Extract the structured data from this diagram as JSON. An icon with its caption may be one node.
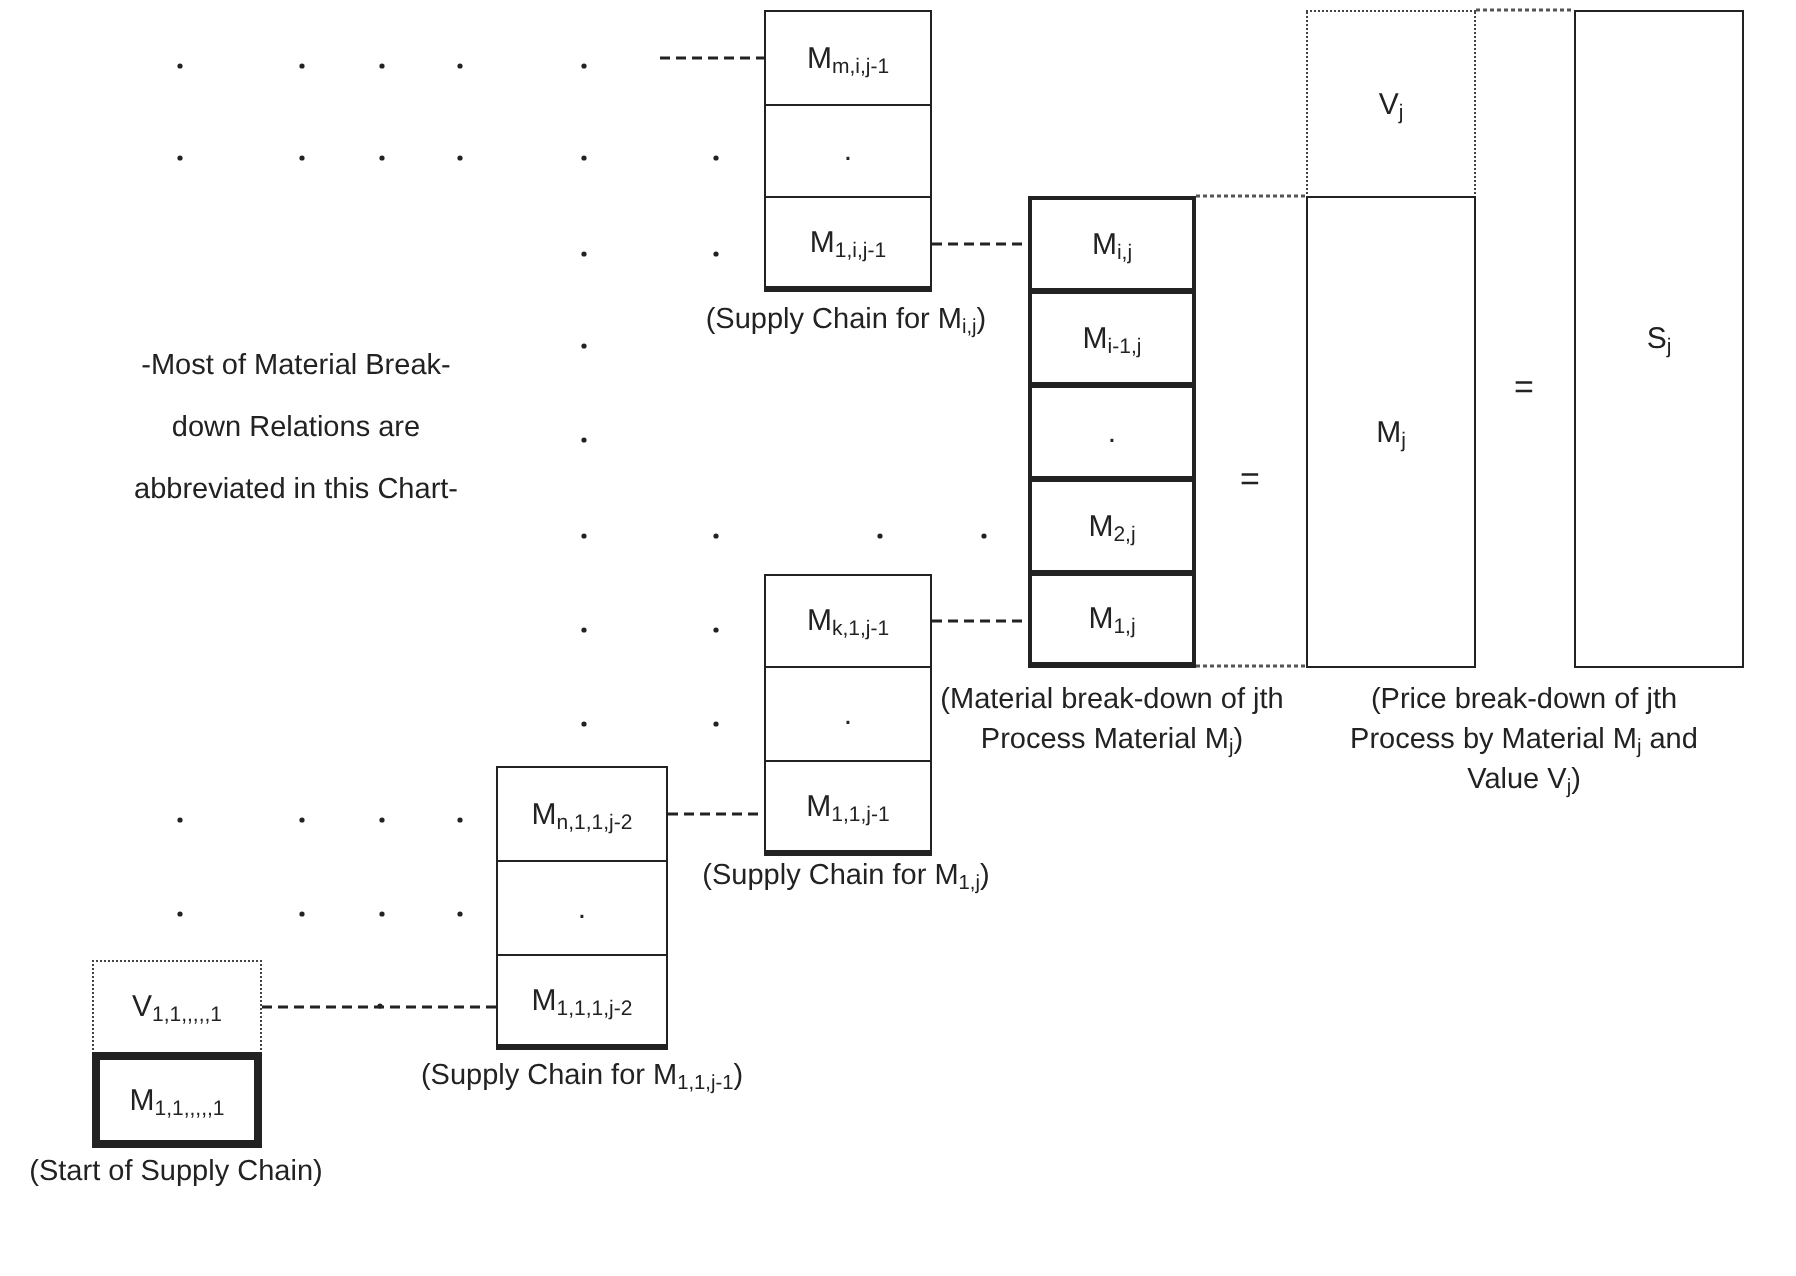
{
  "diagram": {
    "nodes": [
      {
        "text": [
          "M$_{m,i,j-1}$"
        ]
      },
      {
        "text": [
          "."
        ]
      },
      {
        "text": [
          "M$_{1,i,j-1}$"
        ]
      },
      {
        "text": [
          "V$_{j}$"
        ]
      },
      {
        "text": [
          "M$_{i,j}$"
        ]
      },
      {
        "text": [
          "M$_{i-1,j}$"
        ]
      },
      {
        "text": [
          "."
        ]
      },
      {
        "text": [
          "M$_{2,j}$"
        ]
      },
      {
        "text": [
          "M$_{1,j}$"
        ]
      },
      {
        "text": [
          "M$_{j}$"
        ]
      },
      {
        "text": [
          "S$_{j}$"
        ]
      },
      {
        "text": [
          "M$_{k,1,j-1}$"
        ]
      },
      {
        "text": [
          "."
        ]
      },
      {
        "text": [
          "M$_{1,1,j-1}$"
        ]
      },
      {
        "text": [
          "M$_{n,1,1,j-2}$"
        ]
      },
      {
        "text": [
          "."
        ]
      },
      {
        "text": [
          "M$_{1,1,1,j-2}$"
        ]
      },
      {
        "text": [
          "V$_{1,1,,,,,1}$"
        ]
      },
      {
        "text": [
          "M$_{1,1,,,,,1}$"
        ]
      }
    ],
    "edges": [
      {
        "from": null,
        "to": 0,
        "arrow": "none",
        "style": "dashed"
      },
      {
        "from": 2,
        "to": 4,
        "arrow": "none",
        "style": "dashed"
      },
      {
        "from": 11,
        "to": 8,
        "arrow": "none",
        "style": "dashed"
      },
      {
        "from": 14,
        "to": 13,
        "arrow": "none",
        "style": "dashed"
      },
      {
        "from": 17,
        "to": 16,
        "arrow": "none",
        "style": "dashed"
      }
    ],
    "labels": [
      "(Supply Chain for M$_{i,j}$)",
      "-Most of Material Break-down Relations are abbreviated in this Chart-",
      "=",
      "=",
      "(Material break-down of jth Process Material M$_{j}$)",
      "(Price break-down of jth Process by Material M$_{j}$ and Value V$_{j}$)",
      "(Supply Chain for M$_{1,j}$)",
      "(Supply Chain for M$_{1,1,j-1}$)",
      "(Start of Supply Chain)"
    ]
  }
}
